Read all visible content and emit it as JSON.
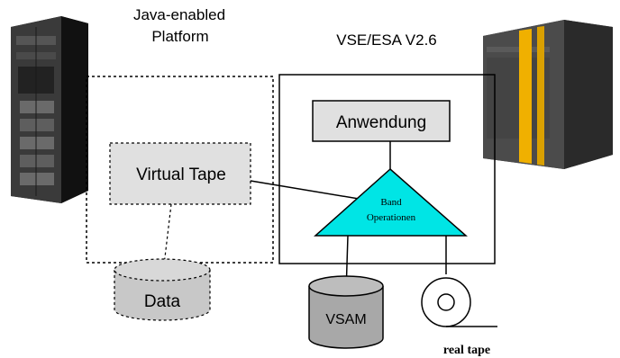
{
  "diagram": {
    "left_region_label_line1": "Java-enabled",
    "left_region_label_line2": "Platform",
    "right_region_label": "VSE/ESA V2.6",
    "application_box": "Anwendung",
    "virtual_tape_box": "Virtual Tape",
    "triangle_label_line1": "Band",
    "triangle_label_line2": "Operationen",
    "data_storage": "Data",
    "vsam_storage": "VSAM",
    "real_tape_label": "real tape",
    "colors": {
      "box_fill": "#e0e0e0",
      "triangle_fill": "#00e5e5",
      "cylinder_fill": "#c8c8c8",
      "vsam_fill": "#a8a8a8",
      "server_accent": "#f0b000"
    }
  }
}
